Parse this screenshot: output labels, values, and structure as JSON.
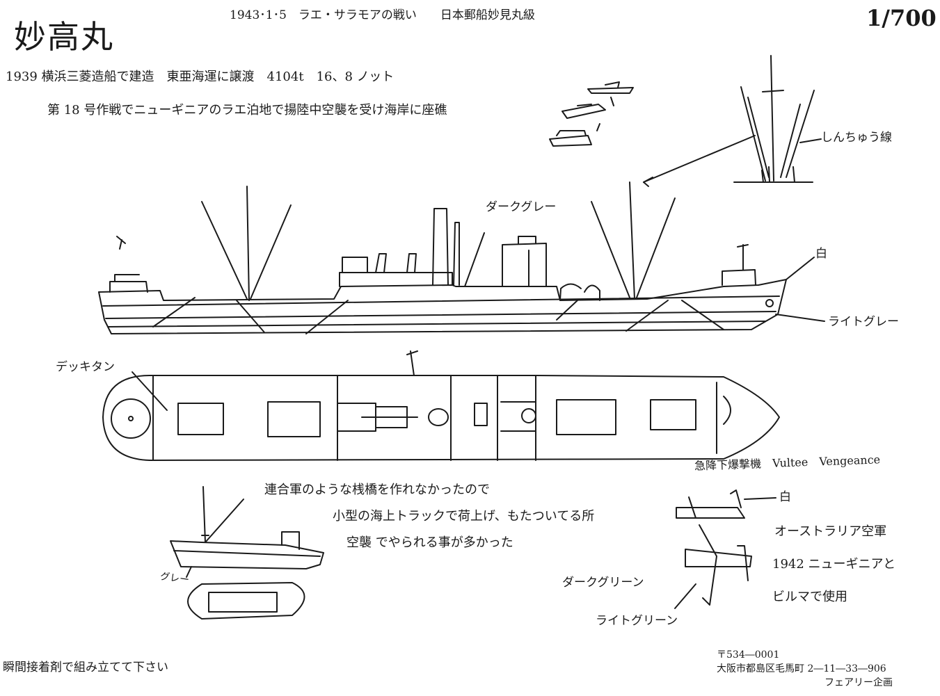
{
  "title": "妙高丸",
  "header": {
    "battle": "1943･1･5　ラエ・サラモアの戦い　　日本郵船妙見丸級",
    "scale": "1/700"
  },
  "info": {
    "line1": "1939 横浜三菱造船で建造　東亜海運に譲渡　4104t　16、8 ノット",
    "line2": "第 18 号作戦でニューギニアのラエ泊地で揚陸中空襲を受け海岸に座礁"
  },
  "labels": {
    "shinchu": "しんちゅう線",
    "dark_grey": "ダークグレー",
    "white_ship": "白",
    "light_grey": "ライトグレー",
    "deck_tan": "デッキタン",
    "grey_boat": "グレー",
    "aircraft_name": "急降下爆撃機　Vultee　Vengeance",
    "white_plane": "白",
    "dark_green": "ダークグリーン",
    "light_green": "ライトグリーン"
  },
  "aircraft_notes": {
    "line1": "オーストラリア空軍",
    "line2": "1942 ニューギニアと",
    "line3": "ビルマで使用"
  },
  "boat_notes": {
    "line1": "連合軍のような桟橋を作れなかったので",
    "line2": "小型の海上トラックで荷上げ、もたついてる所",
    "line3": "空襲 でやられる事が多かった"
  },
  "footer": {
    "assembly": "瞬間接着剤で組み立てて下さい",
    "postal": "〒534―0001",
    "address": "大阪市都島区毛馬町 2―11―33―906",
    "maker": "フェアリー企画"
  }
}
